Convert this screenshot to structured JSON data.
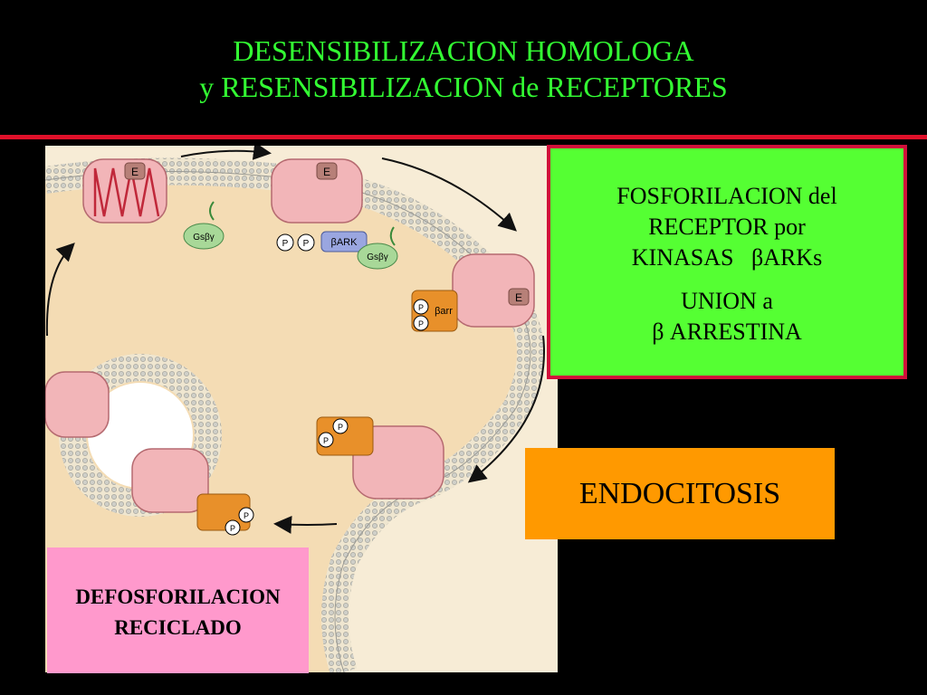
{
  "title": {
    "line1": "DESENSIBILIZACION HOMOLOGA",
    "line2": "y RESENSIBILIZACION de RECEPTORES"
  },
  "boxes": {
    "fosforilacion": {
      "line1": "FOSFORILACION del",
      "line2": "RECEPTOR por",
      "line3": "KINASAS   βARKs",
      "line4": "UNION a",
      "line5": "β ARRESTINA"
    },
    "endocitosis": "ENDOCITOSIS",
    "defosforilacion": {
      "line1": "DEFOSFORILACION",
      "line2": "RECICLADO"
    }
  },
  "diagram": {
    "epinephrine_label": "E",
    "phosphate_label": "P",
    "bark_label": "βARK",
    "barr_label": "βarr",
    "gs_label": "Gsβγ"
  },
  "colors": {
    "title": "#33ff33",
    "rule": "#e0102a",
    "fosfo_box": "#55ff33",
    "fosfo_border": "#d0103a",
    "endo_box": "#ff9900",
    "defo_box": "#ff99cc",
    "cytoplasm": "#f4dcb4",
    "membrane": "#d8d8d0",
    "receptor": "#f2b5b8",
    "arrestin": "#e8902a",
    "bark": "#9aa6e0",
    "gprotein": "#a8d898"
  }
}
